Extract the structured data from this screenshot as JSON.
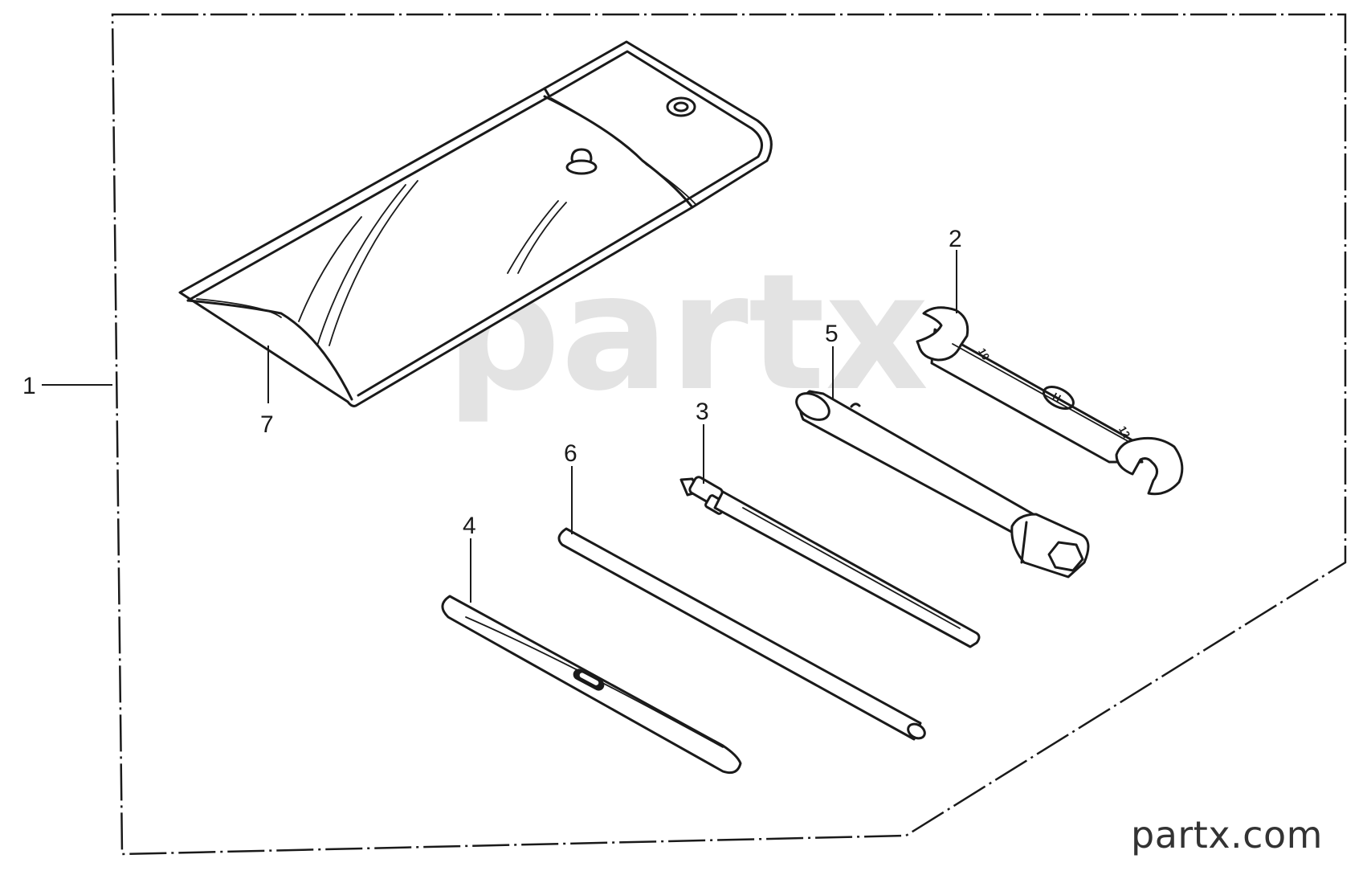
{
  "diagram": {
    "type": "exploded-parts-diagram",
    "callouts": [
      {
        "id": "1",
        "label": "1"
      },
      {
        "id": "2",
        "label": "2"
      },
      {
        "id": "3",
        "label": "3"
      },
      {
        "id": "4",
        "label": "4"
      },
      {
        "id": "5",
        "label": "5"
      },
      {
        "id": "6",
        "label": "6"
      },
      {
        "id": "7",
        "label": "7"
      }
    ],
    "wrench_markings": {
      "size_a": "10",
      "size_b": "12",
      "emblem": "H"
    }
  },
  "watermark": {
    "text": "partx"
  },
  "brand": {
    "text": "partx.com",
    "color": "#333333"
  },
  "colors": {
    "ink": "#1a1a1a",
    "watermark": "#e3e3e3",
    "background": "#ffffff"
  }
}
